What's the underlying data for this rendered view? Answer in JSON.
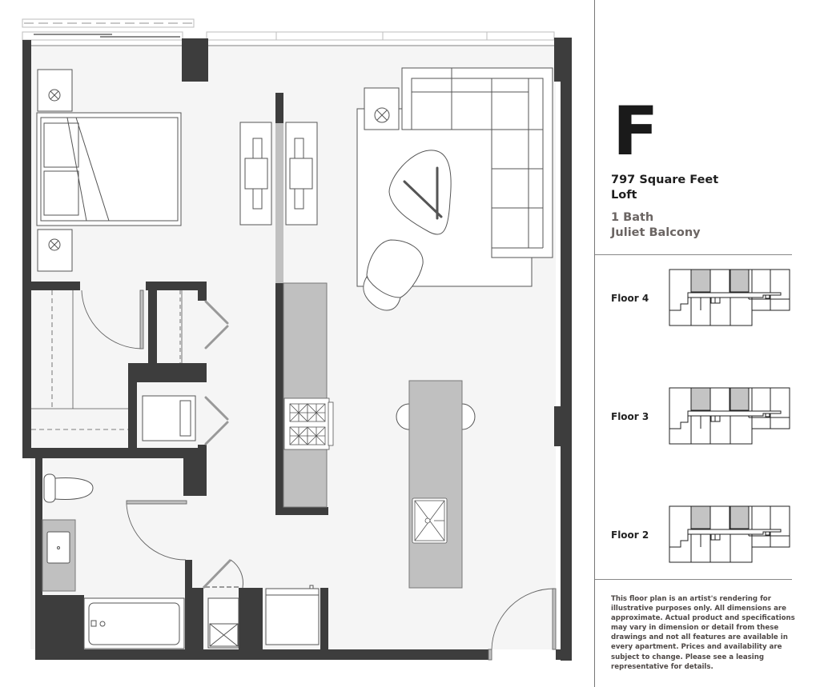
{
  "unit": {
    "letter": "F",
    "square_feet": "797 Square Feet",
    "type": "Loft",
    "baths": "1 Bath",
    "feature": "Juliet Balcony"
  },
  "floors": [
    {
      "label": "Floor 4",
      "highlighted_units": [
        1,
        3
      ]
    },
    {
      "label": "Floor 3",
      "highlighted_units": [
        1,
        3
      ]
    },
    {
      "label": "Floor 2",
      "highlighted_units": [
        1,
        3
      ]
    }
  ],
  "disclaimer": "This floor plan is an artist's rendering for illustrative purposes only. All dimensions are approximate. Actual product and specifications may vary in dimension or detail from these drawings and not all features are available in every apartment. Prices and availability are subject to change. Please see a leasing representative for details.",
  "colors": {
    "wall": "#3d3d3d",
    "floor": "#f5f5f5",
    "counter": "#c0c0c0",
    "furniture_fill": "#ffffff",
    "line": "#555555",
    "highlight_unit": "#c4c4c4"
  },
  "rooms": [
    "bedroom",
    "walk-in-closet",
    "closet",
    "laundry",
    "bathroom",
    "kitchen",
    "living-room",
    "entry"
  ],
  "icons": [
    "lamp-icon",
    "bed-icon",
    "sofa-icon",
    "coffee-table-icon",
    "armchair-icon",
    "desk-chair-icon",
    "cooktop-icon",
    "kitchen-sink-icon",
    "bar-stool-icon",
    "toilet-icon",
    "vanity-sink-icon",
    "bathtub-icon",
    "washer-dryer-icon",
    "refrigerator-icon",
    "door-swing-icon",
    "window-icon"
  ]
}
